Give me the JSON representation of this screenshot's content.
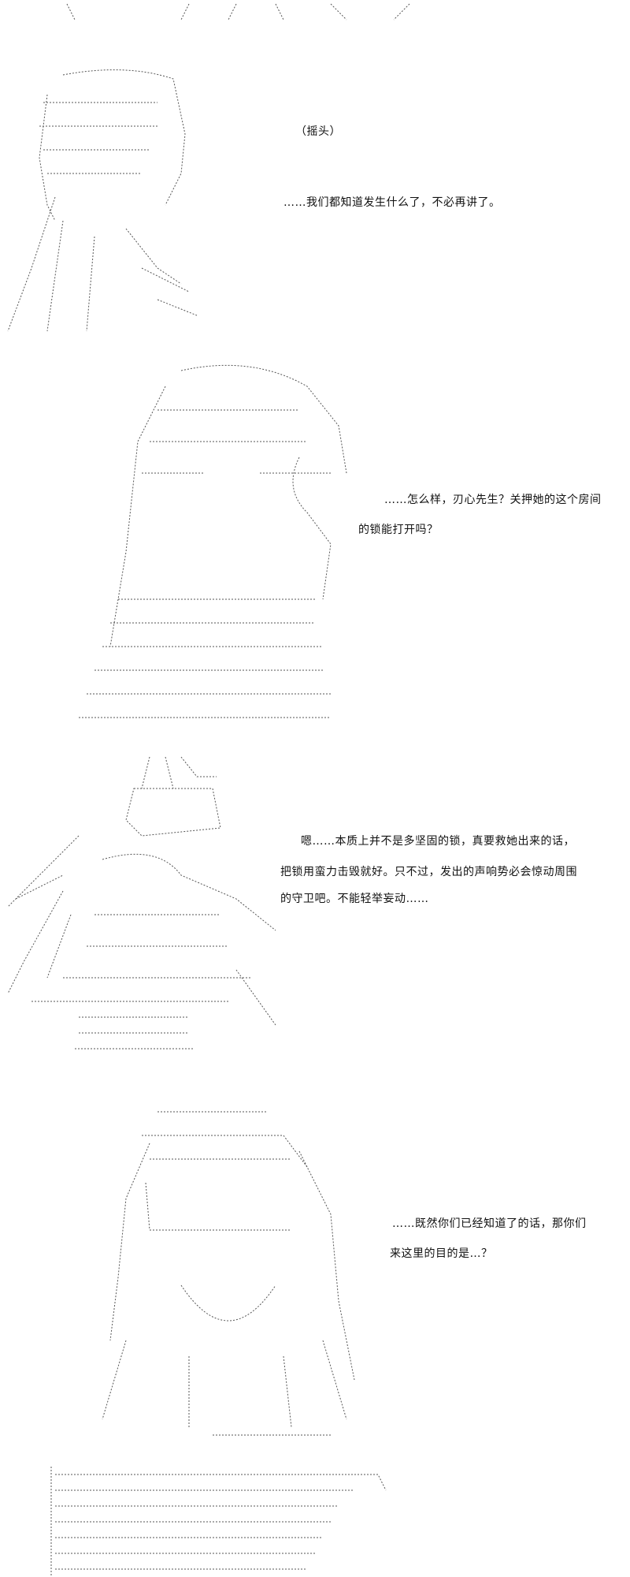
{
  "panels": [
    {
      "lines": [
        "（摇头）",
        "……我们都知道发生什么了，不必再讲了。"
      ]
    },
    {
      "lines": [
        "……怎么样，刃心先生？关押她的这个房间",
        "的锁能打开吗？"
      ]
    },
    {
      "lines": [
        "嗯……本质上并不是多坚固的锁，真要救她出来的话，",
        "把锁用蛮力击毁就好。只不过，发出的声响势必会惊动周围",
        "的守卫吧。不能轻举妄动……"
      ]
    },
    {
      "lines": [
        "……既然你们已经知道了的话，那你们",
        "来这里的目的是…？"
      ]
    }
  ]
}
